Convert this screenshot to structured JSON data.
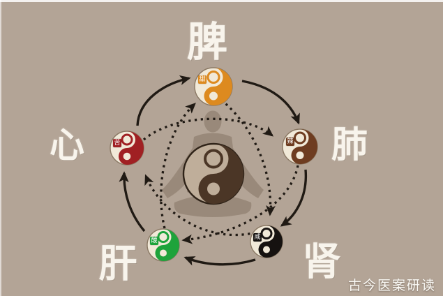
{
  "diagram": {
    "background_color": "#b3a496",
    "arrow_color": "#201a14",
    "text_color": "#f8f4ec",
    "organs": [
      {
        "id": "spleen",
        "label": "脾",
        "taste": "甜",
        "color": "#dd8a1f"
      },
      {
        "id": "lung",
        "label": "肺",
        "taste": "辣",
        "color": "#6e3c20"
      },
      {
        "id": "kidney",
        "label": "肾",
        "taste": "咸",
        "color": "#161210"
      },
      {
        "id": "liver",
        "label": "肝",
        "taste": "酸",
        "color": "#1ea33b"
      },
      {
        "id": "heart",
        "label": "心",
        "taste": "苦",
        "color": "#a02023"
      }
    ],
    "cycles": {
      "generating_solid": [
        "肝→心",
        "心→脾",
        "脾→肺",
        "肺→肾",
        "肾→肝"
      ],
      "controlling_dashed": [
        "肝→脾",
        "心→肺",
        "脾→肾",
        "肺→肝",
        "肾→心"
      ]
    },
    "watermark": "古今医案研读"
  }
}
